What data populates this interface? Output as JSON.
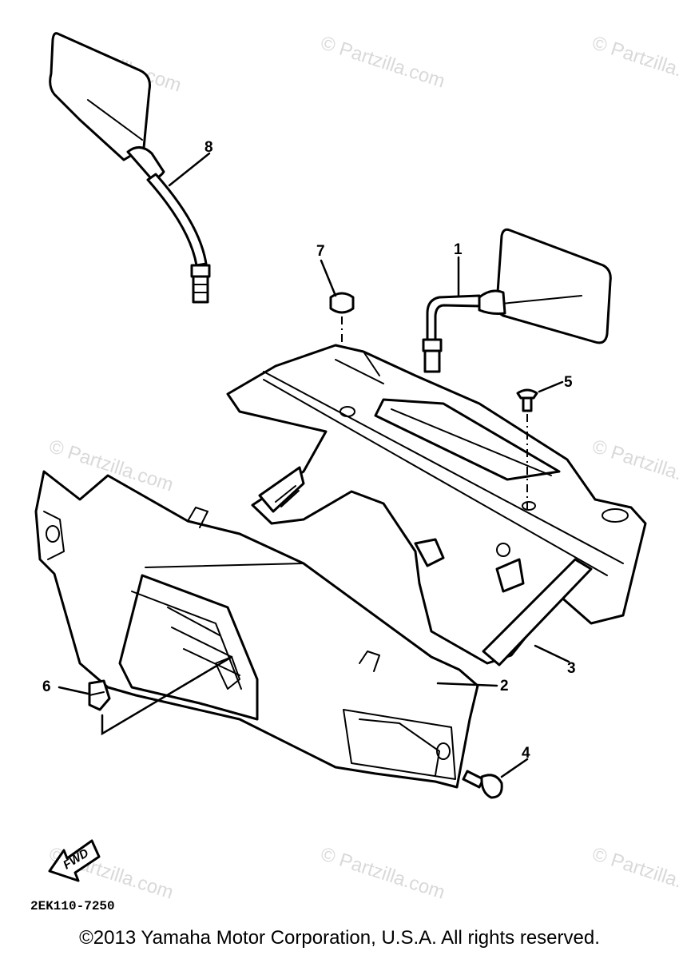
{
  "callouts": [
    "1",
    "2",
    "3",
    "4",
    "5",
    "6",
    "7",
    "8"
  ],
  "watermark": "© Partzilla.com",
  "fwd_label": "FWD",
  "diagram_code": "2EK110-7250",
  "copyright": "©2013 Yamaha Motor Corporation, U.S.A. All rights reserved."
}
